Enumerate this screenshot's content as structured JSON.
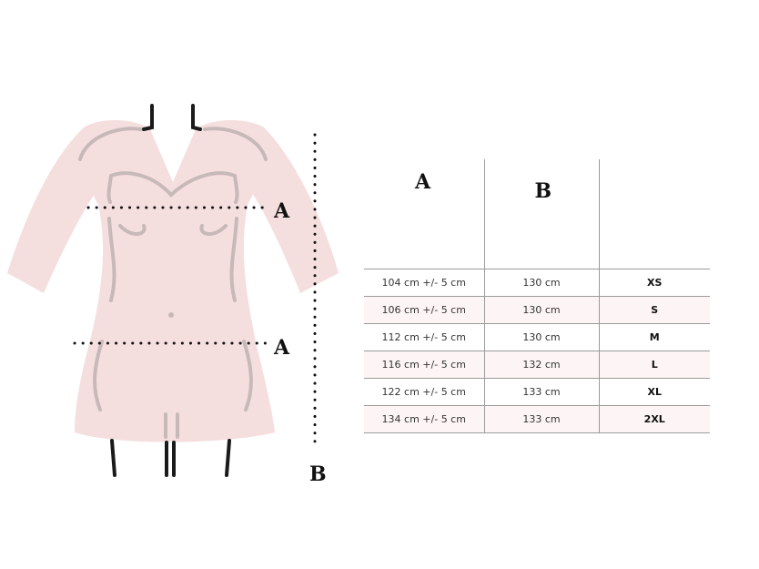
{
  "diagram": {
    "label_a_chest": "A",
    "label_a_hip": "A",
    "label_b_length": "B",
    "colors": {
      "garment": "#f5dede",
      "outline": "#c8b9b9",
      "dots": "#111111",
      "legs": "#1a1a1a"
    }
  },
  "table": {
    "headers": [
      "A",
      "B",
      ""
    ],
    "rows": [
      {
        "a": "104 cm +/-  5 cm",
        "b": "130 cm",
        "size": "XS"
      },
      {
        "a": "106 cm +/-  5 cm",
        "b": "130 cm",
        "size": "S"
      },
      {
        "a": "112 cm +/-  5 cm",
        "b": "130 cm",
        "size": "M"
      },
      {
        "a": "116 cm +/-  5 cm",
        "b": "132 cm",
        "size": "L"
      },
      {
        "a": "122 cm +/-  5 cm",
        "b": "133 cm",
        "size": "XL"
      },
      {
        "a": "134 cm +/-  5 cm",
        "b": "133 cm",
        "size": "2XL"
      }
    ]
  }
}
